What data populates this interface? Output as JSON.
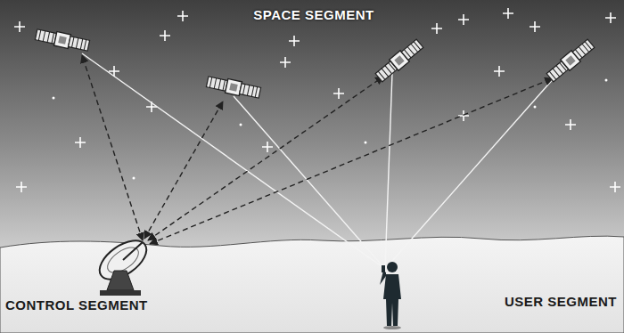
{
  "diagram": {
    "labels": [
      "SPACE SEGMENT",
      "CONTROL SEGMENT",
      "USER SEGMENT"
    ]
  }
}
